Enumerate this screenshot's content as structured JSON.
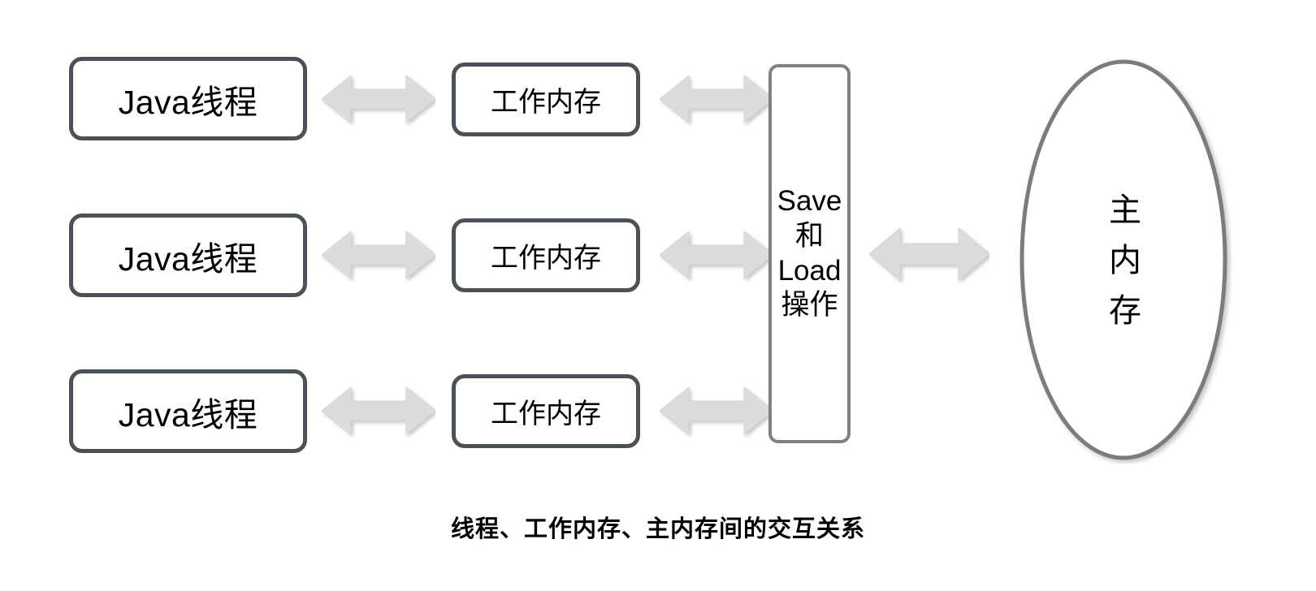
{
  "diagram": {
    "title": "线程、工作内存、主内存间的交互关系",
    "colors": {
      "box_border": "#4b5157",
      "column_border": "#808080",
      "ellipse_stroke": "#7b7b7b",
      "arrow_fill": "#dcdcdc",
      "arrow_stroke": "#d2d2d2",
      "background": "#ffffff",
      "text": "#000000"
    },
    "rows": [
      {
        "thread_label": "Java线程",
        "working_memory_label": "工作内存"
      },
      {
        "thread_label": "Java线程",
        "working_memory_label": "工作内存"
      },
      {
        "thread_label": "Java线程",
        "working_memory_label": "工作内存"
      }
    ],
    "save_load_column": {
      "lines": [
        "Save",
        "和",
        "Load",
        "操作"
      ]
    },
    "main_memory": {
      "lines": [
        "主",
        "内",
        "存"
      ]
    },
    "arrows": {
      "icon_name": "double-headed-arrow-icon",
      "direction": "bidirectional",
      "count": 7
    }
  }
}
